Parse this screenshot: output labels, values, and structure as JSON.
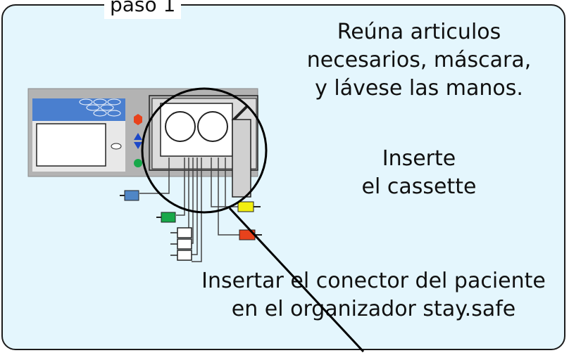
{
  "step": {
    "label": "paso 1"
  },
  "instructions": {
    "gather_line1": "Reúna articulos",
    "gather_line2": "necesarios, máscara,",
    "gather_line3": "y lávese las manos.",
    "insert_line1": "Inserte",
    "insert_line2": "el cassette",
    "connector_line1": "Insertar el conector del paciente",
    "connector_line2": "en el organizador stay.safe"
  },
  "colors": {
    "panel_bg": "#e4f6fd",
    "device_gray": "#b3b3b3",
    "screen_blue": "#4a7fcf",
    "clamp_blue": "#4f86c6",
    "clamp_green": "#18a84a",
    "clamp_yellow": "#f2ef10",
    "clamp_red": "#e8421c",
    "indicator_red": "#e8421c",
    "indicator_blue": "#1c48c8",
    "indicator_green": "#18a84a"
  },
  "icons": [
    "cycler-device-icon",
    "cassette-icon",
    "tube-clamp-icon",
    "organizer-icon",
    "magnifier-circle-icon"
  ]
}
